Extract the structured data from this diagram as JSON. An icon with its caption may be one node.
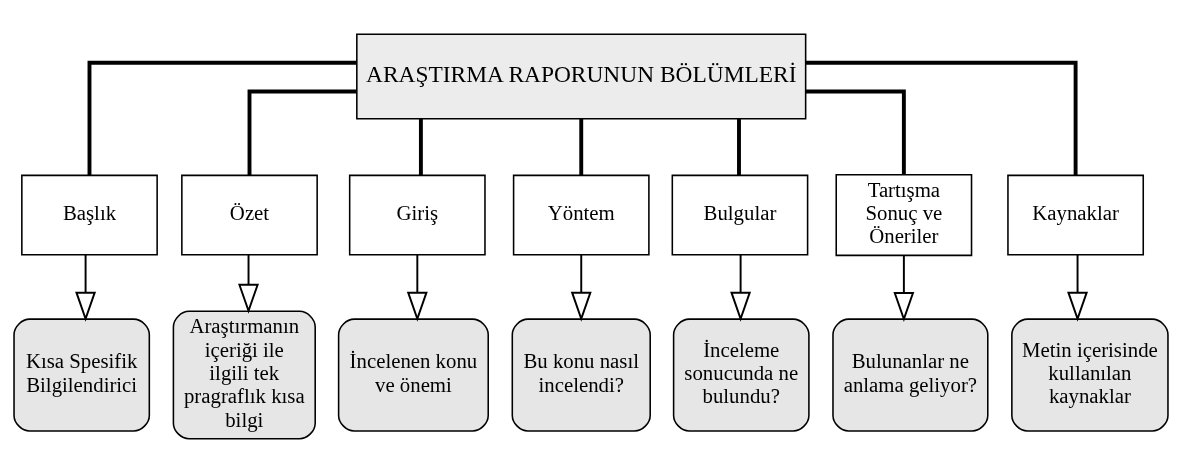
{
  "diagram": {
    "nodes": [
      {
        "text": [
          "ARAŞTIRMA RAPORUNUN BÖLÜMLERİ"
        ]
      },
      {
        "text": [
          "Başlık"
        ]
      },
      {
        "text": [
          "Özet"
        ]
      },
      {
        "text": [
          "Giriş"
        ]
      },
      {
        "text": [
          "Yöntem"
        ]
      },
      {
        "text": [
          "Bulgular"
        ]
      },
      {
        "text": [
          "Tartışma Sonuç ve Öneriler"
        ]
      },
      {
        "text": [
          "Kaynaklar"
        ]
      },
      {
        "text": [
          "Kısa Spesifik Bilgilendirici"
        ]
      },
      {
        "text": [
          "Araştırmanın içeriği ile ilgili tek pragraflık kısa bilgi"
        ]
      },
      {
        "text": [
          "İncelenen konu ve önemi"
        ]
      },
      {
        "text": [
          "Bu konu nasıl incelendi?"
        ]
      },
      {
        "text": [
          "İnceleme sonucunda ne bulundu?"
        ]
      },
      {
        "text": [
          "Bulunanlar ne anlama geliyor?"
        ]
      },
      {
        "text": [
          "Metin içerisinde kullanılan kaynaklar"
        ]
      }
    ],
    "edges": [
      {
        "from": 0,
        "to": 1,
        "arrow": "none",
        "style": "thick"
      },
      {
        "from": 0,
        "to": 2,
        "arrow": "none",
        "style": "thick"
      },
      {
        "from": 0,
        "to": 3,
        "arrow": "none",
        "style": "thick"
      },
      {
        "from": 0,
        "to": 4,
        "arrow": "none",
        "style": "thick"
      },
      {
        "from": 0,
        "to": 5,
        "arrow": "none",
        "style": "thick"
      },
      {
        "from": 0,
        "to": 6,
        "arrow": "none",
        "style": "thick"
      },
      {
        "from": 0,
        "to": 7,
        "arrow": "none",
        "style": "thick"
      },
      {
        "from": 1,
        "to": 8,
        "arrow": "to"
      },
      {
        "from": 2,
        "to": 9,
        "arrow": "to"
      },
      {
        "from": 3,
        "to": 10,
        "arrow": "to"
      },
      {
        "from": 4,
        "to": 11,
        "arrow": "to"
      },
      {
        "from": 5,
        "to": 12,
        "arrow": "to"
      },
      {
        "from": 6,
        "to": 13,
        "arrow": "to"
      },
      {
        "from": 7,
        "to": 14,
        "arrow": "to"
      }
    ]
  }
}
